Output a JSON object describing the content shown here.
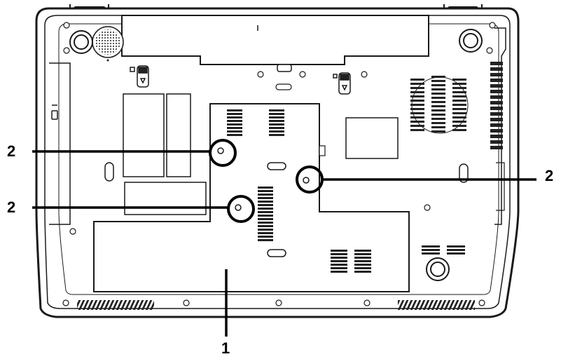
{
  "callouts": {
    "screw_left_upper": "2",
    "screw_left_lower": "2",
    "screw_right": "2",
    "cover_panel": "1"
  },
  "colors": {
    "line": "#1a1a1a",
    "body_fill": "#ffffff",
    "vent_fill": "#222222",
    "callout": "#000000"
  }
}
